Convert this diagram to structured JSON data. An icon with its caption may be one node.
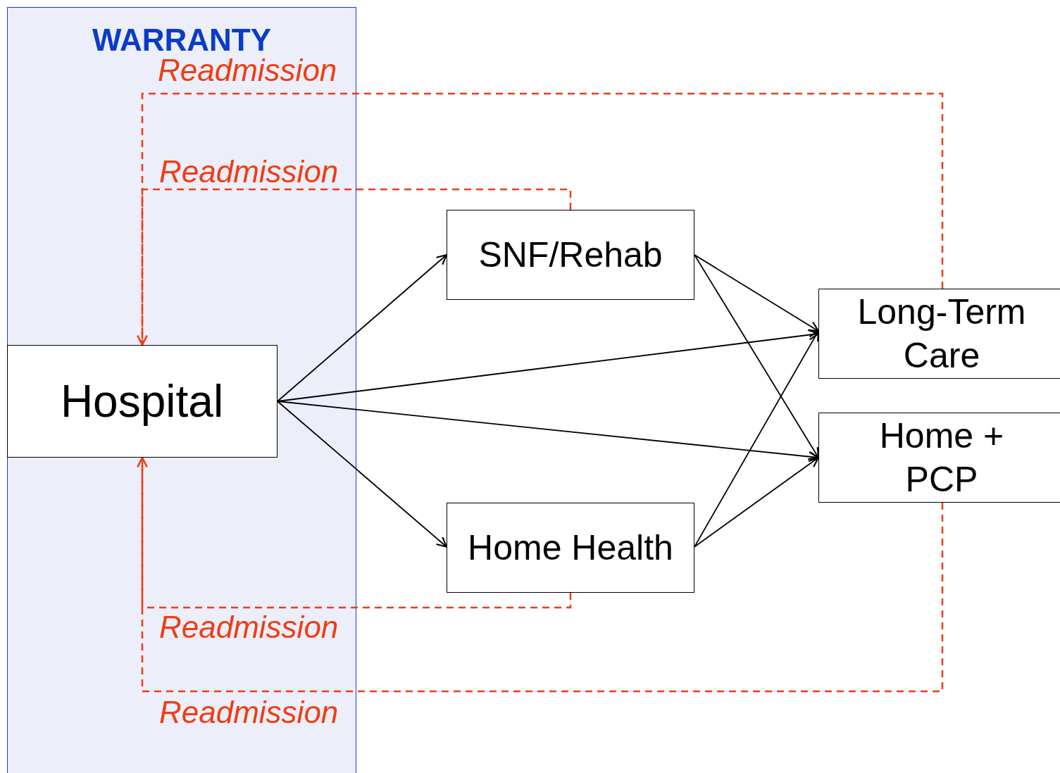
{
  "diagram": {
    "nodes": [
      {
        "text": [
          "WARRANTY"
        ]
      },
      {
        "text": [
          "Hospital"
        ],
        "in": 0
      },
      {
        "text": [
          "SNF/Rehab"
        ]
      },
      {
        "text": [
          "Home Health"
        ]
      },
      {
        "text": [
          "Long-Term Care"
        ]
      },
      {
        "text": [
          "Home + PCP"
        ]
      }
    ],
    "edges": [
      {
        "from": 1,
        "to": 2,
        "arrow": "to"
      },
      {
        "from": 1,
        "to": 4,
        "arrow": "to"
      },
      {
        "from": 1,
        "to": 5,
        "arrow": "to"
      },
      {
        "from": 1,
        "to": 3,
        "arrow": "to"
      },
      {
        "from": 2,
        "to": 4,
        "arrow": "to"
      },
      {
        "from": 2,
        "to": 5,
        "arrow": "to"
      },
      {
        "from": 3,
        "to": 4,
        "arrow": "to"
      },
      {
        "from": 3,
        "to": 5,
        "arrow": "to"
      },
      {
        "from": 4,
        "to": 1,
        "arrow": "to",
        "label": "Readmission",
        "style": "dashed",
        "color": "#f03c14"
      },
      {
        "from": 2,
        "to": 1,
        "arrow": "to",
        "label": "Readmission",
        "style": "dashed",
        "color": "#f03c14"
      },
      {
        "from": 3,
        "to": 1,
        "arrow": "to",
        "label": "Readmission",
        "style": "dashed",
        "color": "#f03c14"
      },
      {
        "from": 5,
        "to": 1,
        "arrow": "to",
        "label": "Readmission",
        "style": "dashed",
        "color": "#f03c14"
      }
    ]
  }
}
